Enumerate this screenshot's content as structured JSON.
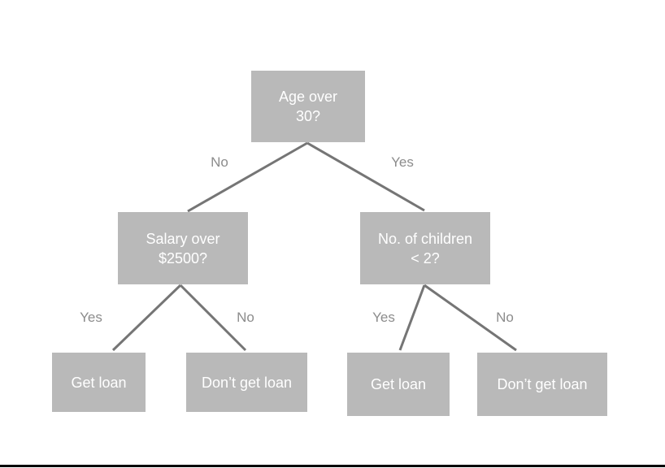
{
  "tree": {
    "type": "decision-tree",
    "topic": "loan approval decision tree",
    "colors": {
      "node_fill": "#b9b9b9",
      "node_text": "#ffffff",
      "edge_stroke": "#757575",
      "edge_label_text": "#8c8c8c",
      "footer_line": "#000000",
      "background": "#ffffff"
    },
    "nodes": [
      {
        "id": "root",
        "label": [
          "Age over",
          "30?"
        ]
      },
      {
        "id": "salary",
        "label": [
          "Salary over",
          "$2500?"
        ]
      },
      {
        "id": "children",
        "label": [
          "No. of children",
          "< 2?"
        ]
      },
      {
        "id": "loan-left",
        "label": "Get loan"
      },
      {
        "id": "no-loan-left",
        "label": "Don’t get loan"
      },
      {
        "id": "loan-right",
        "label": "Get loan"
      },
      {
        "id": "no-loan-right",
        "label": "Don’t get loan"
      }
    ],
    "edges": [
      {
        "from": "root",
        "to": "salary",
        "label": "No"
      },
      {
        "from": "root",
        "to": "children",
        "label": "Yes"
      },
      {
        "from": "salary",
        "to": "loan-left",
        "label": "Yes"
      },
      {
        "from": "salary",
        "to": "no-loan-left",
        "label": "No"
      },
      {
        "from": "children",
        "to": "loan-right",
        "label": "Yes"
      },
      {
        "from": "children",
        "to": "no-loan-right",
        "label": "No"
      }
    ]
  }
}
